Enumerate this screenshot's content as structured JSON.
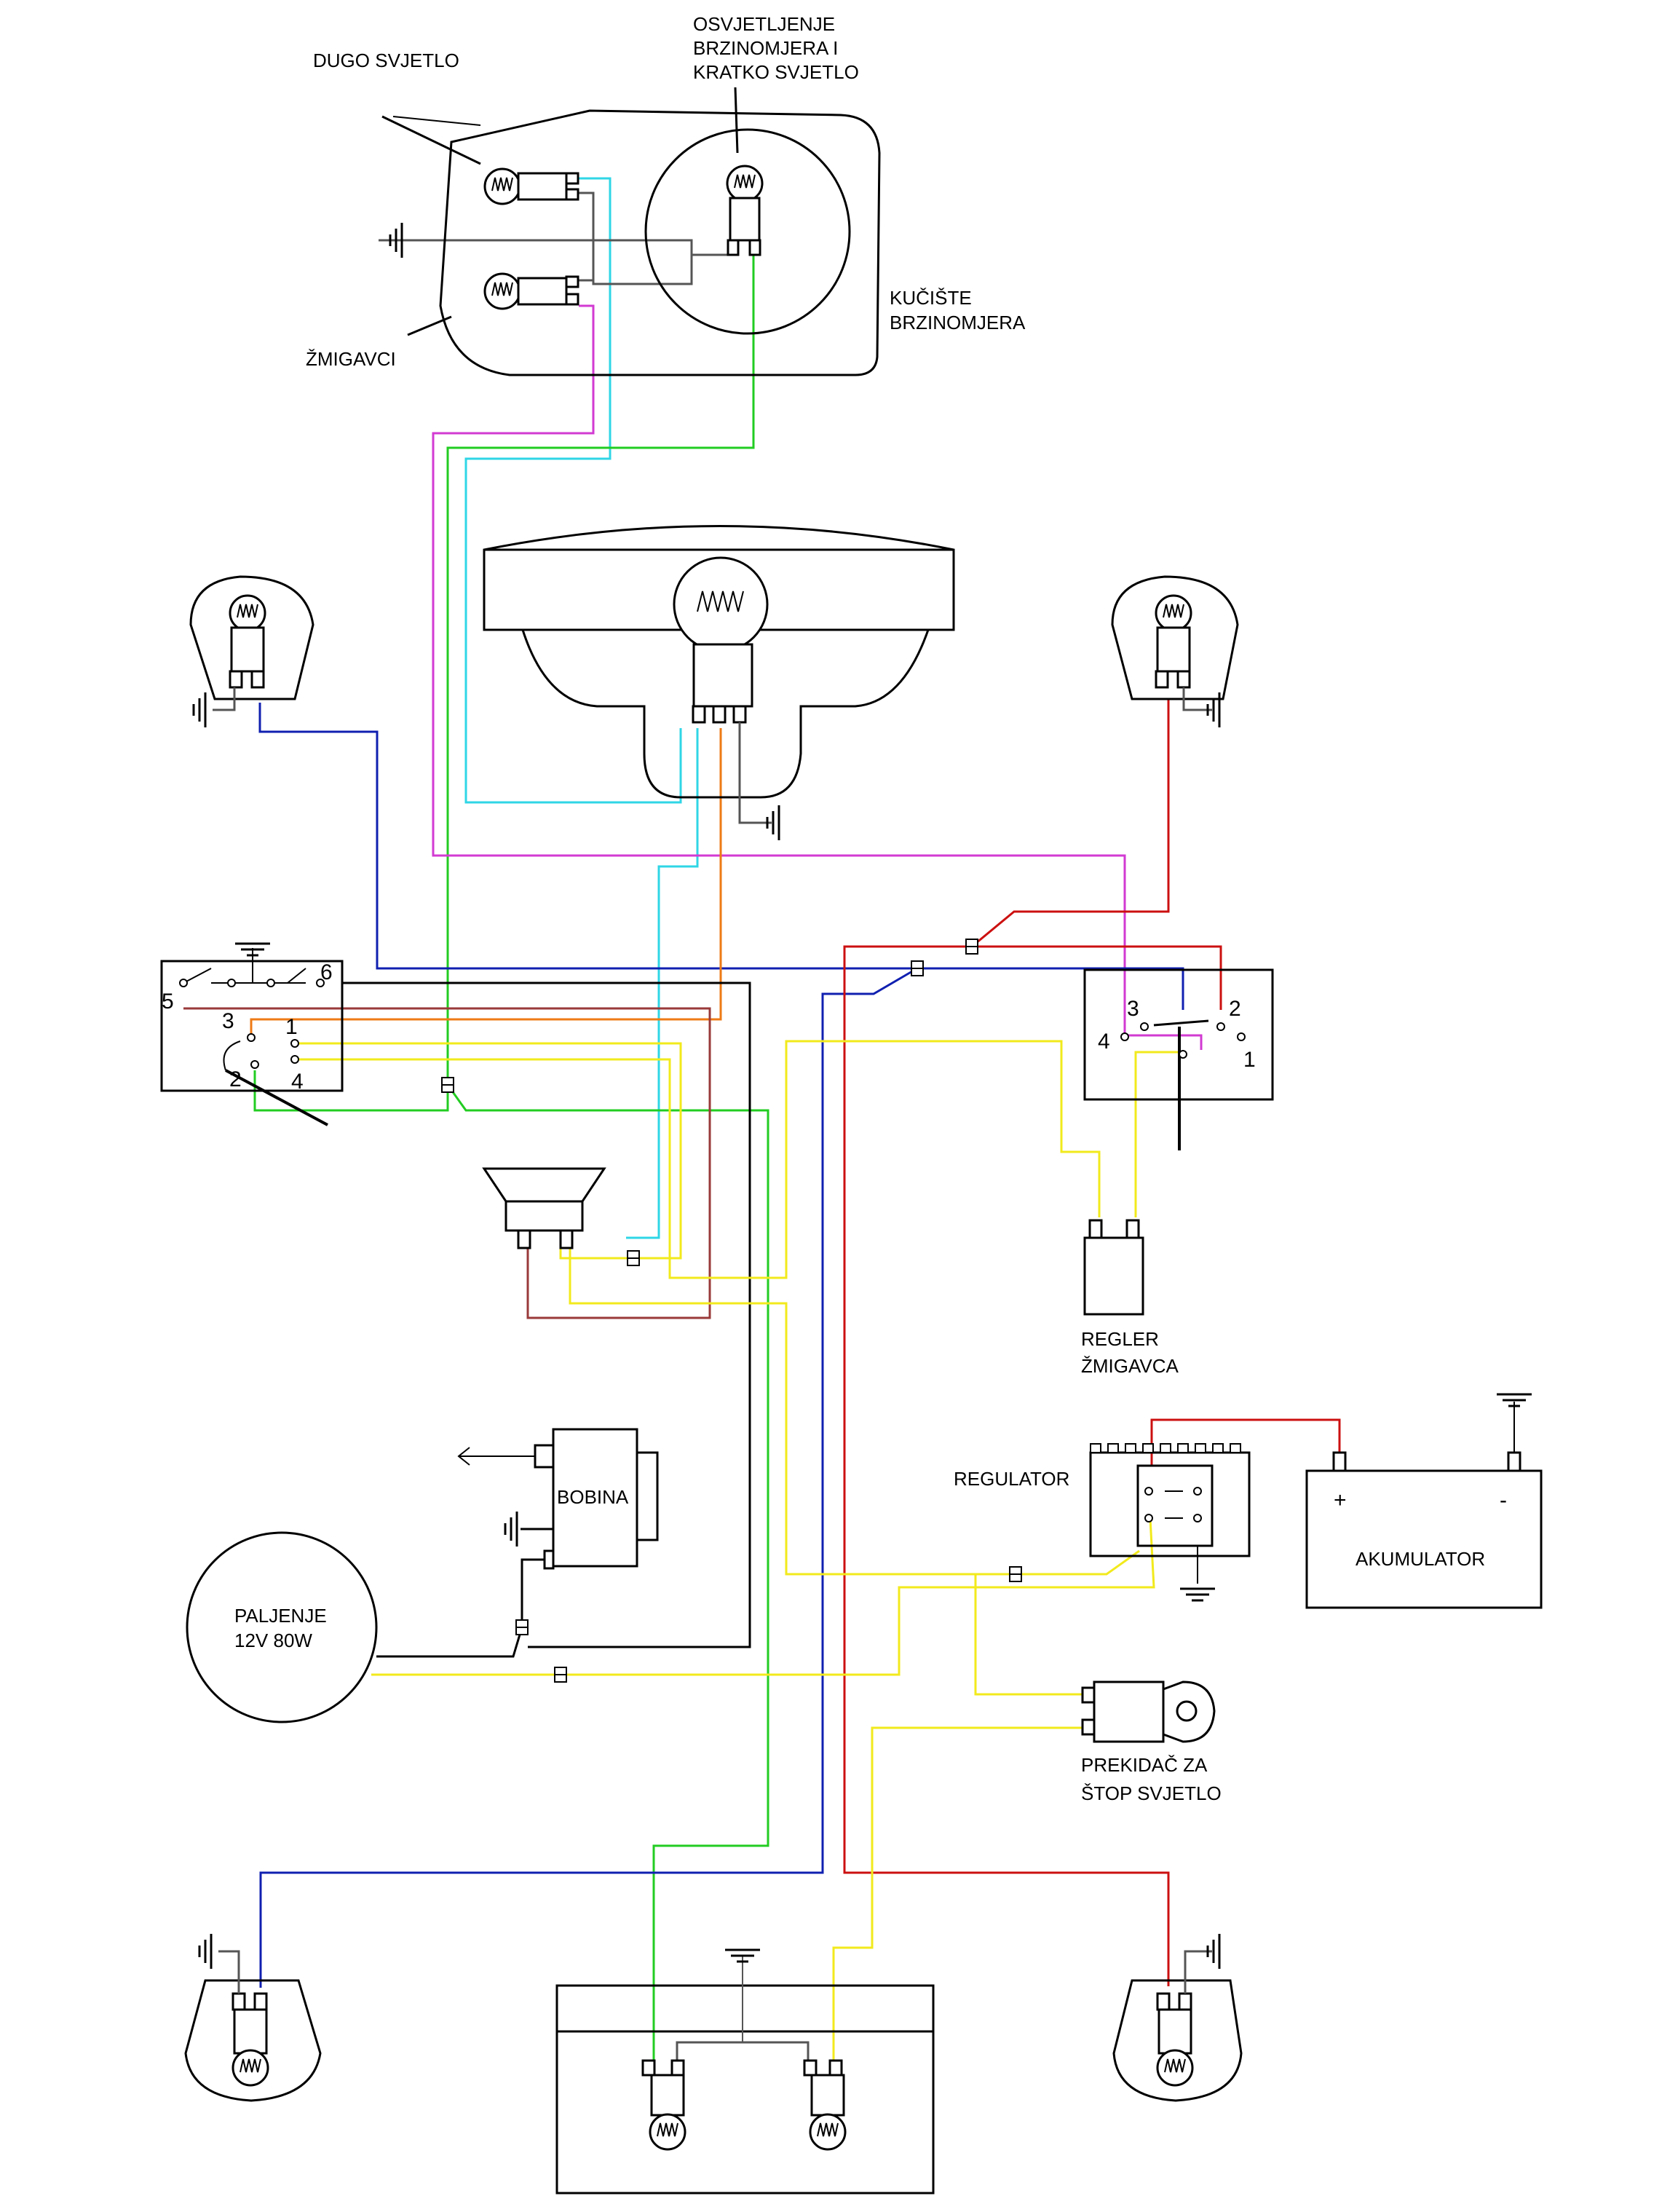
{
  "labels": {
    "dugo_svjetlo": "DUGO SVJETLO",
    "osvjetljenje_1": "OSVJETLJENJE",
    "osvjetljenje_2": "BRZINOMJERA I",
    "osvjetljenje_3": "KRATKO SVJETLO",
    "kuciste_1": "KUČIŠTE",
    "kuciste_2": "BRZINOMJERA",
    "zmigavci": "ŽMIGAVCI",
    "regler_1": "REGLER",
    "regler_2": "ŽMIGAVCA",
    "regulator": "REGULATOR",
    "akumulator": "AKUMULATOR",
    "plus": "+",
    "minus": "-",
    "bobina": "BOBINA",
    "paljenje_1": "PALJENJE",
    "paljenje_2": "12V 80W",
    "prekidac_1": "PREKIDAČ ZA",
    "prekidac_2": "ŠTOP SVJETLO"
  },
  "light_switch_terminals": [
    "5",
    "6",
    "3",
    "1",
    "2",
    "4"
  ],
  "indicator_switch_terminals": [
    "3",
    "2",
    "4",
    "1"
  ],
  "wire_colors": {
    "cyan": "#2fd6e6",
    "green": "#22cc22",
    "magenta": "#d23ad2",
    "blue": "#1020b0",
    "red": "#cc1010",
    "orange": "#ee7a14",
    "yellow": "#f2ea1c",
    "brown": "#9a3a3a",
    "black": "#000000",
    "gray": "#555555"
  },
  "icons": [
    "bulb-icon",
    "ground-icon",
    "connector-icon",
    "horn-icon",
    "battery-icon"
  ]
}
